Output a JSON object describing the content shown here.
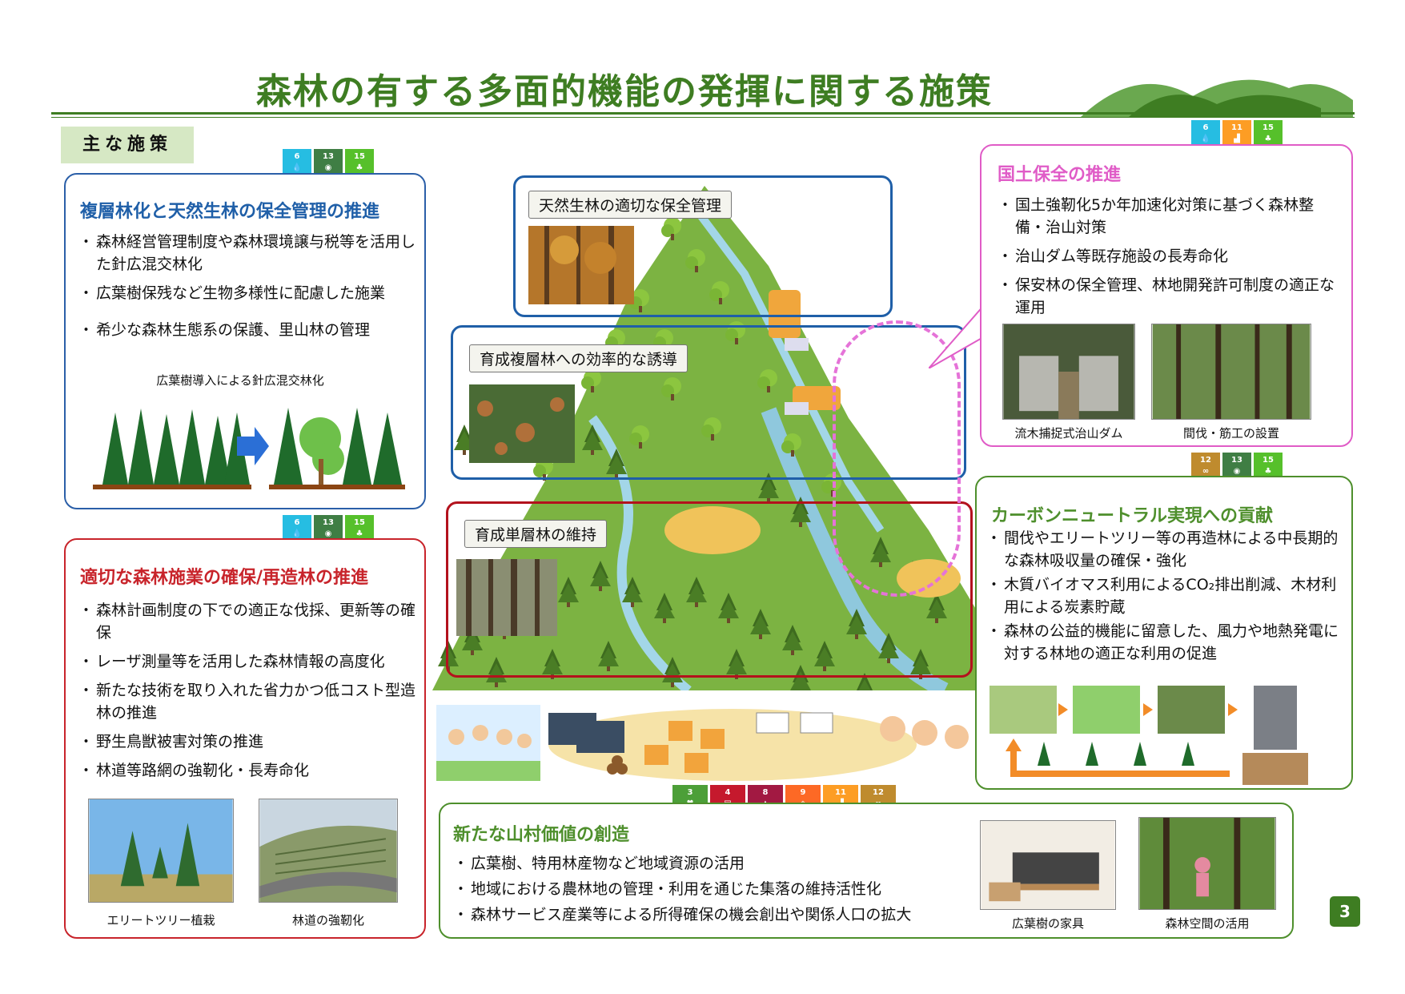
{
  "page": {
    "title": "森林の有する多面的機能の発揮に関する施策",
    "main_label": "主な施策",
    "page_number": "3"
  },
  "sdg_colors": {
    "3": "#4c9f38",
    "4": "#c5192d",
    "6": "#26bde2",
    "8": "#a21942",
    "9": "#fd6925",
    "11": "#fd9d24",
    "12": "#bf8b2e",
    "13": "#3f7e44",
    "15": "#56c02b"
  },
  "panels": {
    "multilayer": {
      "title": "複層林化と天然生林の保全管理の推進",
      "sdgs": [
        "6",
        "13",
        "15"
      ],
      "bullets": [
        "森林経営管理制度や森林環境譲与税等を活用した針広混交林化",
        "広葉樹保残など生物多様性に配慮した施業",
        "希少な森林生態系の保護、里山林の管理"
      ],
      "caption": "広葉樹導入による針広混交林化"
    },
    "forestry": {
      "title": "適切な森林施業の確保/再造林の推進",
      "sdgs": [
        "6",
        "13",
        "15"
      ],
      "bullets": [
        "森林計画制度の下での適正な伐採、更新等の確保",
        "レーザ測量等を活用した森林情報の高度化",
        "新たな技術を取り入れた省力かつ低コスト型造林の推進",
        "野生鳥獣被害対策の推進",
        "林道等路網の強靭化・長寿命化"
      ],
      "captions": [
        "エリートツリー植栽",
        "林道の強靭化"
      ]
    },
    "land": {
      "title": "国土保全の推進",
      "sdgs": [
        "6",
        "11",
        "15"
      ],
      "bullets": [
        "国土強靭化5か年加速化対策に基づく森林整備・治山対策",
        "治山ダム等既存施設の長寿命化",
        "保安林の保全管理、林地開発許可制度の適正な運用"
      ],
      "captions": [
        "流木捕捉式治山ダム",
        "間伐・筋工の設置"
      ]
    },
    "carbon": {
      "title": "カーボンニュートラル実現への貢献",
      "sdgs": [
        "12",
        "13",
        "15"
      ],
      "bullets": [
        "間伐やエリートツリー等の再造林による中長期的な森林吸収量の確保・強化",
        "木質バイオマス利用によるCO₂排出削減、木材利用による炭素貯蔵",
        "森林の公益的機能に留意した、風力や地熱発電に対する林地の適正な利用の促進"
      ]
    },
    "village": {
      "title": "新たな山村価値の創造",
      "sdgs": [
        "3",
        "4",
        "8",
        "9",
        "11",
        "12"
      ],
      "bullets": [
        "広葉樹、特用林産物など地域資源の活用",
        "地域における農林地の管理・利用を通じた集落の維持活性化",
        "森林サービス産業等による所得確保の機会創出や関係人口の拡大"
      ],
      "captions": [
        "広葉樹の家具",
        "森林空間の活用"
      ]
    }
  },
  "scene_labels": {
    "natural": "天然生林の適切な保全管理",
    "multi": "育成複層林への効率的な誘導",
    "single": "育成単層林の維持"
  },
  "scene_colors": {
    "blue": "#1f5fa8",
    "red": "#b3121d",
    "pink": "#e573d8"
  }
}
